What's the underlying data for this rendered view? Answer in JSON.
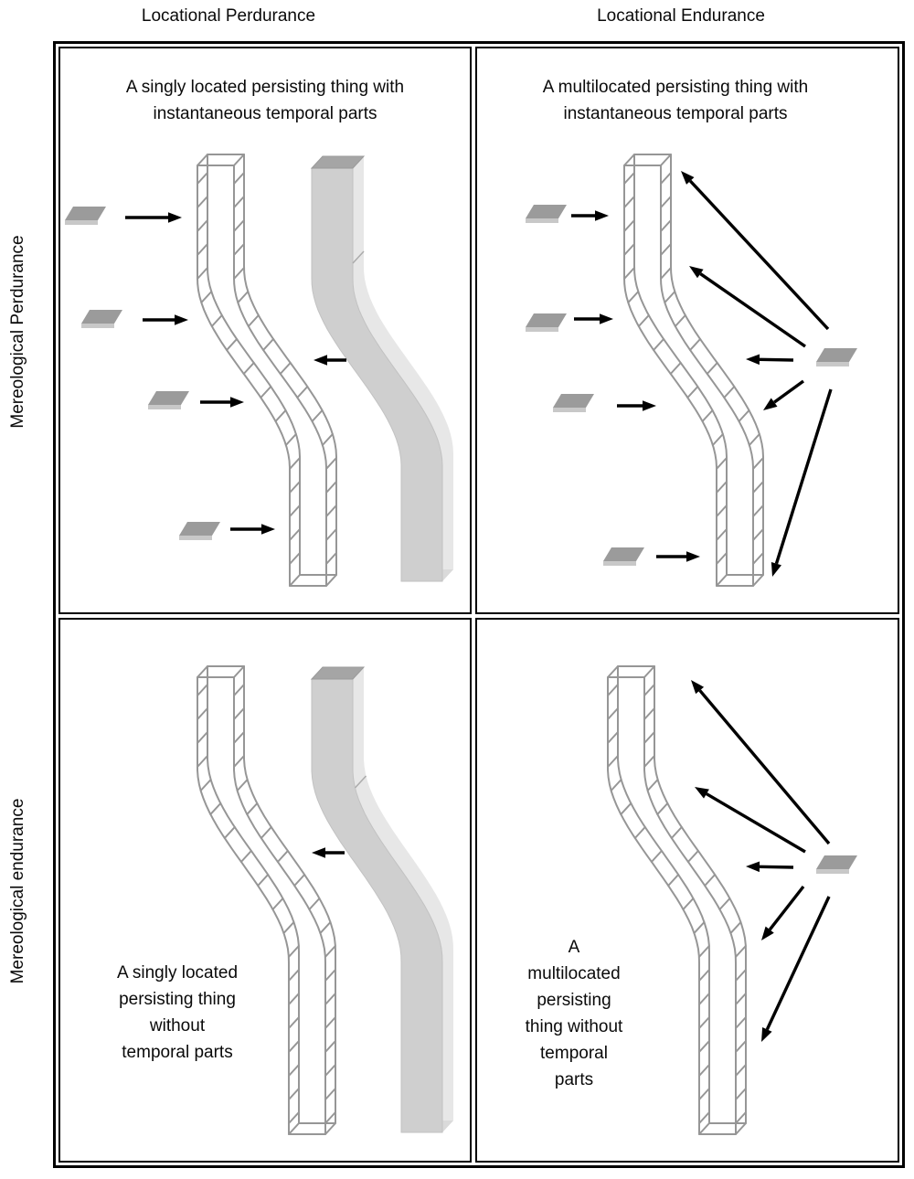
{
  "column_headers": [
    {
      "label": "Locational Perdurance"
    },
    {
      "label": "Locational Endurance"
    }
  ],
  "row_headers": [
    {
      "label": "Mereological Perdurance"
    },
    {
      "label": "Mereological endurance"
    }
  ],
  "quadrants": {
    "top_left": {
      "caption_lines": [
        "A singly located persisting thing with",
        "instantaneous temporal parts"
      ]
    },
    "top_right": {
      "caption_lines": [
        "A multilocated persisting thing with",
        "instantaneous temporal parts"
      ]
    },
    "bottom_left": {
      "caption_lines": [
        "A singly located",
        "persisting thing",
        "without",
        "temporal parts"
      ]
    },
    "bottom_right": {
      "caption_lines": [
        "A",
        "multilocated",
        "persisting",
        "thing without",
        "temporal",
        "parts"
      ]
    }
  },
  "palette": {
    "border": "#000000",
    "arrow": "#000000",
    "text": "#0a0a0a",
    "wire_tube": "#969696",
    "solid_tube_face": "#cfcfcf",
    "solid_tube_side": "#e7e7e7",
    "solid_tube_cap": "#a5a5a5",
    "solid_tube_bottom": "#dadada",
    "solid_tube_seam": "#ababab",
    "tile_top": "#9b9b9b",
    "tile_edge": "#c8c8c8"
  }
}
